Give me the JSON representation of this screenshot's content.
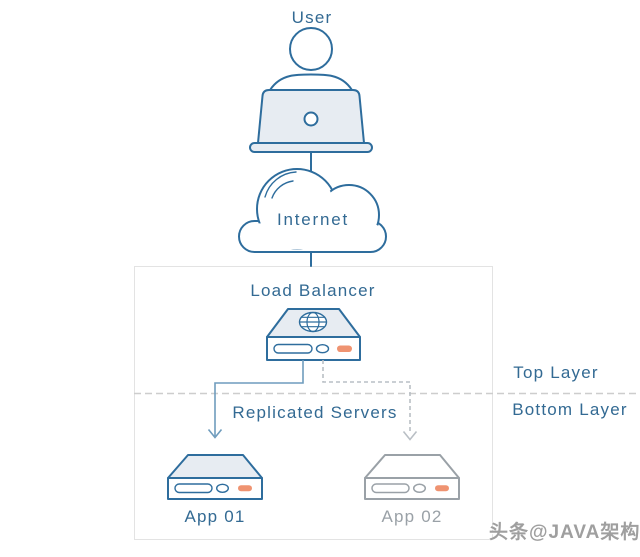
{
  "diagram": {
    "user_label": "User",
    "internet_label": "Internet",
    "load_balancer_label": "Load Balancer",
    "top_layer_label": "Top Layer",
    "bottom_layer_label": "Bottom Layer",
    "replicated_servers_label": "Replicated Servers",
    "servers": [
      {
        "label": "App 01",
        "state": "active"
      },
      {
        "label": "App 02",
        "state": "standby"
      }
    ],
    "watermark": "头条@JAVA架构",
    "icons": {
      "user": "person-at-laptop-icon",
      "internet": "cloud-icon",
      "load_balancer": "server-with-globe-icon",
      "app_server": "server-icon"
    },
    "colors": {
      "text_blue": "#336a93",
      "stroke_blue": "#2e6d9d",
      "fill_light": "#e7ecf2",
      "fill_gray": "#e9e9e9",
      "connector_blue": "#6f9cbd",
      "gray_stroke": "#9aa1a7",
      "gray_text": "#9aa1a7",
      "dashed_gray": "#b9bfc5",
      "separator_gray": "#cdcdcd",
      "box_border": "#e3e3e3",
      "orange": "#ef9371",
      "watermark_gray": "#9f9f9f"
    }
  }
}
